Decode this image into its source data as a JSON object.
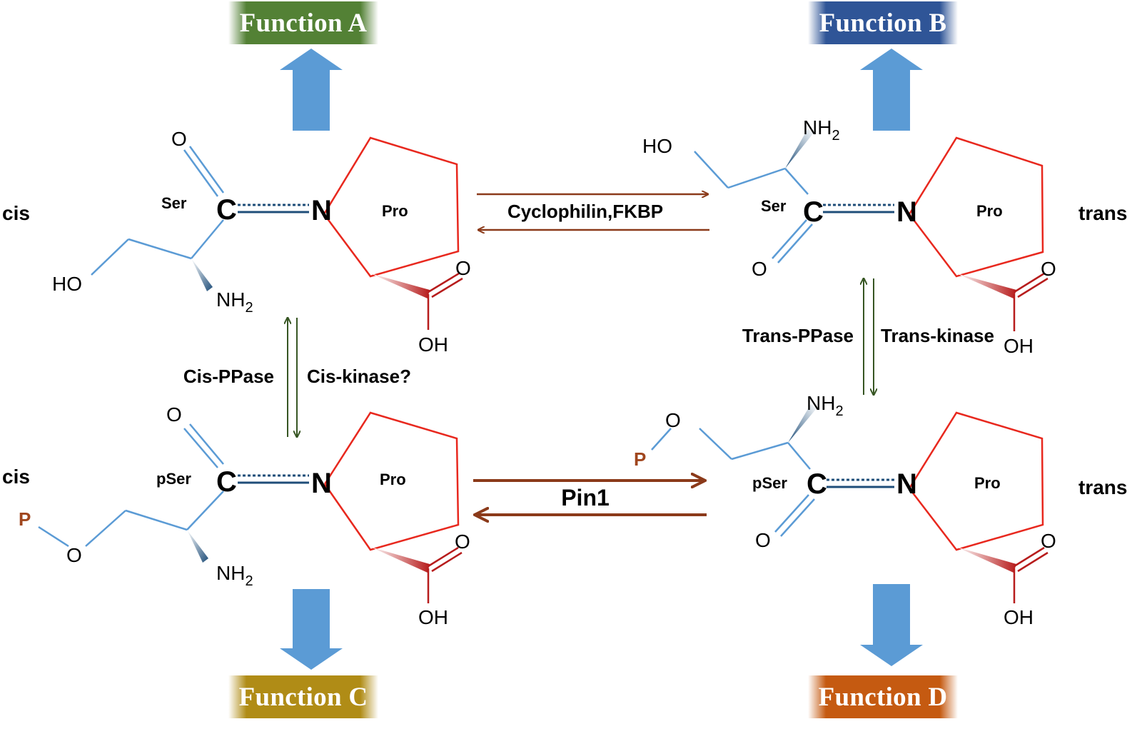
{
  "functions": {
    "a": {
      "label": "Function A",
      "color": "#538135"
    },
    "b": {
      "label": "Function B",
      "color": "#2F5597"
    },
    "c": {
      "label": "Function C",
      "color": "#B08C16"
    },
    "d": {
      "label": "Function D",
      "color": "#C55A11"
    }
  },
  "states": {
    "top_left": {
      "isomer": "cis",
      "residue": "Ser",
      "ring": "Pro"
    },
    "top_right": {
      "isomer": "trans",
      "residue": "Ser",
      "ring": "Pro"
    },
    "bottom_left": {
      "isomer": "cis",
      "residue": "pSer",
      "ring": "Pro"
    },
    "bottom_right": {
      "isomer": "trans",
      "residue": "pSer",
      "ring": "Pro"
    }
  },
  "atoms": {
    "carbon": "C",
    "nitrogen": "N",
    "oxygen": "O",
    "hydroxyl": "HO",
    "acid_oh": "OH",
    "amine": "NH",
    "amine_sub": "2",
    "phosphate": "P"
  },
  "enzymes": {
    "top": "Cyclophilin,FKBP",
    "bottom": "Pin1",
    "left_a": "Cis-PPase",
    "left_b": "Cis-kinase?",
    "right_a": "Trans-PPase",
    "right_b": "Trans-kinase"
  },
  "colors": {
    "bond_blue": "#5B9BD5",
    "amide_dark": "#1F4E79",
    "ring_red": "#E8281E",
    "arrow_brown": "#8B3A1A",
    "arrow_green": "#375623",
    "phosphate_brown": "#A0461E",
    "block_arrow": "#5B9BD5"
  }
}
